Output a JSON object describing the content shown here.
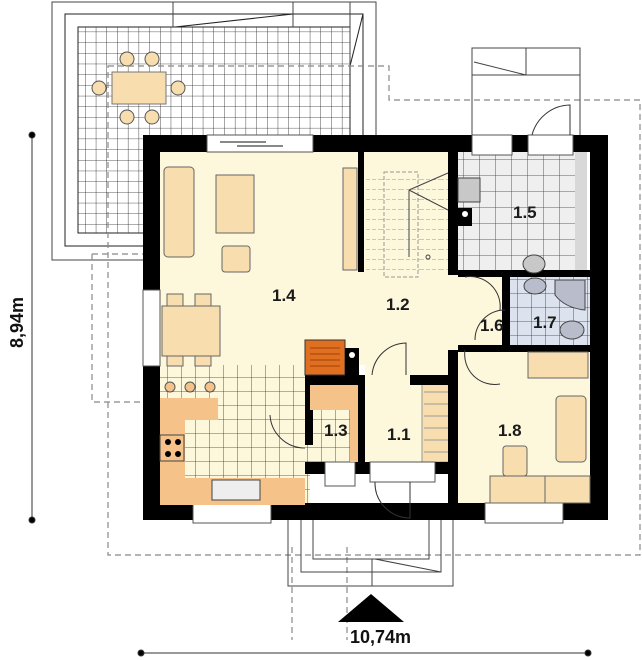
{
  "plan": {
    "type": "floor-plan",
    "colors": {
      "wall": "#000000",
      "floor_living": "#fdf7dc",
      "floor_tile": "#fdf7dc",
      "bath_tile": "#dde3ee",
      "utility_tile": "#efefef",
      "furniture": "#f8deae",
      "kitchen_counter": "#f5c28a",
      "fireplace": "#e07020",
      "dashed_outline": "#888888"
    },
    "rooms": [
      {
        "id": "1.1",
        "label": "1.1"
      },
      {
        "id": "1.2",
        "label": "1.2"
      },
      {
        "id": "1.3",
        "label": "1.3"
      },
      {
        "id": "1.4",
        "label": "1.4"
      },
      {
        "id": "1.5",
        "label": "1.5"
      },
      {
        "id": "1.6",
        "label": "1.6"
      },
      {
        "id": "1.7",
        "label": "1.7"
      },
      {
        "id": "1.8",
        "label": "1.8"
      }
    ],
    "dimensions": {
      "width": "10,74m",
      "depth": "8,94m"
    },
    "entrance_marker": "north-arrow-triangle"
  }
}
